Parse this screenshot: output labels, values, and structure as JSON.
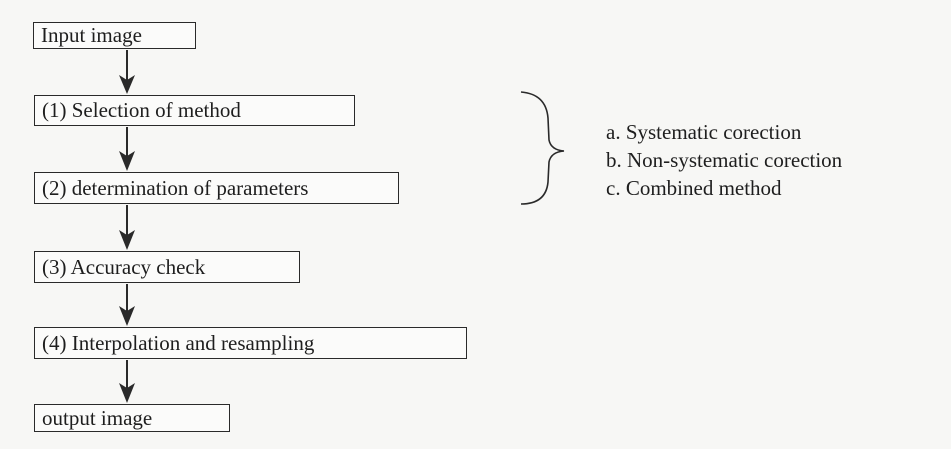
{
  "steps": [
    {
      "label": "Input image"
    },
    {
      "label": "(1) Selection of method"
    },
    {
      "label": "(2) determination of parameters"
    },
    {
      "label": "(3) Accuracy check"
    },
    {
      "label": "(4) Interpolation and resampling"
    },
    {
      "label": "output image"
    }
  ],
  "methods": [
    {
      "label": "a. Systematic corection"
    },
    {
      "label": "b. Non-systematic corection"
    },
    {
      "label": "c. Combined method"
    }
  ]
}
